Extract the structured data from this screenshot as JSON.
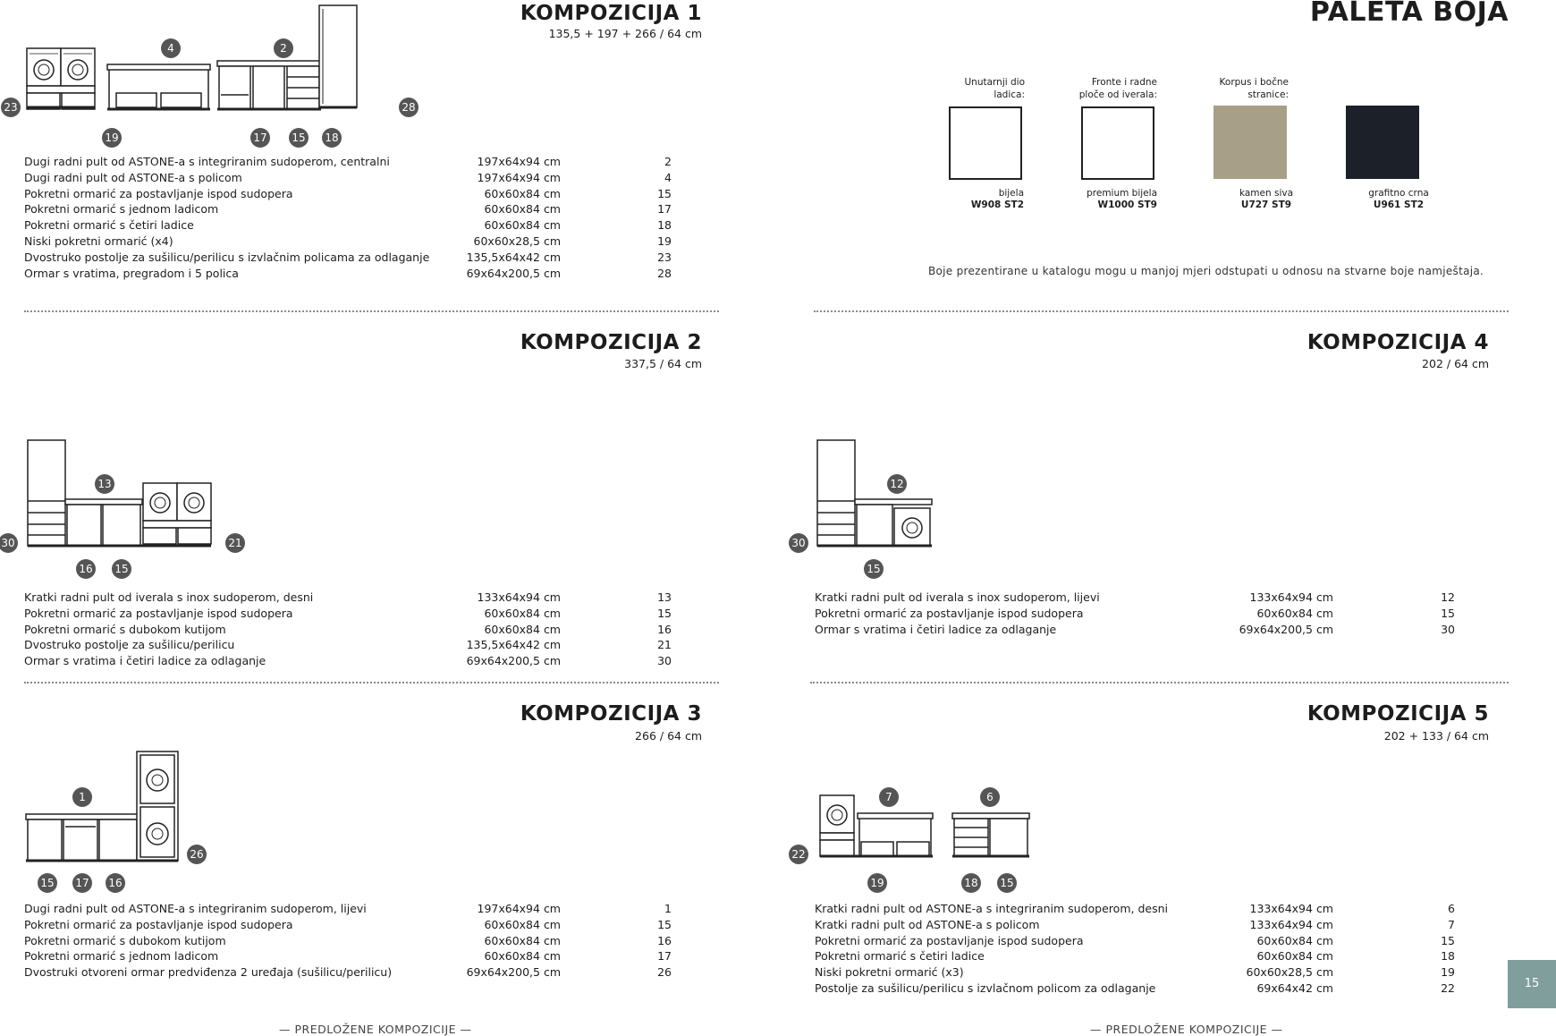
{
  "k1": {
    "title": "KOMPOZICIJA 1",
    "dims": "135,5 + 197 + 266 / 64 cm",
    "badges": [
      "4",
      "2",
      "23",
      "28",
      "19",
      "17",
      "15",
      "18"
    ],
    "rows": [
      {
        "desc": "Dugi radni pult od ASTONE-a s integriranim sudoperom, centralni",
        "size": "197x64x94 cm",
        "code": "2"
      },
      {
        "desc": "Dugi radni pult od ASTONE-a s policom",
        "size": "197x64x94 cm",
        "code": "4"
      },
      {
        "desc": "Pokretni ormarić za postavljanje ispod sudopera",
        "size": "60x60x84 cm",
        "code": "15"
      },
      {
        "desc": "Pokretni ormarić s jednom ladicom",
        "size": "60x60x84 cm",
        "code": "17"
      },
      {
        "desc": "Pokretni ormarić s četiri ladice",
        "size": "60x60x84 cm",
        "code": "18"
      },
      {
        "desc": "Niski pokretni ormarić  (x4)",
        "size": "60x60x28,5 cm",
        "code": "19"
      },
      {
        "desc": "Dvostruko postolje za sušilicu/perilicu s izvlačnim policama za odlaganje",
        "size": "135,5x64x42 cm",
        "code": "23"
      },
      {
        "desc": "Ormar s vratima, pregradom i 5 polica",
        "size": "69x64x200,5 cm",
        "code": "28"
      }
    ]
  },
  "palette": {
    "title": "PALETA BOJA",
    "labels": [
      {
        "l1": "Unutarnji dio",
        "l2": "ladica:"
      },
      {
        "l1": "Fronte i radne",
        "l2": "ploče od iverala:"
      },
      {
        "l1": "Korpus i bočne",
        "l2": "stranice:"
      }
    ],
    "swatches": [
      {
        "name": "bijela",
        "code": "W908 ST2",
        "color": "#ffffff"
      },
      {
        "name": "premium bijela",
        "code": "W1000 ST9",
        "color": "#ffffff"
      },
      {
        "name": "kamen siva",
        "code": "U727 ST9",
        "color": "#a89f88"
      },
      {
        "name": "grafitno crna",
        "code": "U961 ST2",
        "color": "#1c2028"
      }
    ],
    "note": "Boje prezentirane u katalogu mogu u manjoj mjeri odstupati u odnosu na stvarne boje namještaja."
  },
  "k2": {
    "title": "KOMPOZICIJA 2",
    "dims": "337,5 / 64 cm",
    "badges": [
      "13",
      "30",
      "21",
      "16",
      "15"
    ],
    "rows": [
      {
        "desc": "Kratki radni pult od iverala s inox sudoperom, desni",
        "size": "133x64x94 cm",
        "code": "13"
      },
      {
        "desc": "Pokretni ormarić za postavljanje ispod sudopera",
        "size": "60x60x84 cm",
        "code": "15"
      },
      {
        "desc": "Pokretni  ormarić s dubokom kutijom",
        "size": "60x60x84 cm",
        "code": "16"
      },
      {
        "desc": "Dvostruko postolje za sušilicu/perilicu",
        "size": "135,5x64x42 cm",
        "code": "21"
      },
      {
        "desc": "Ormar s vratima i četiri ladice za odlaganje",
        "size": "69x64x200,5 cm",
        "code": "30"
      }
    ]
  },
  "k4": {
    "title": "KOMPOZICIJA 4",
    "dims": "202 / 64 cm",
    "badges": [
      "12",
      "30",
      "15"
    ],
    "rows": [
      {
        "desc": "Kratki radni pult od iverala s inox sudoperom, lijevi",
        "size": "133x64x94 cm",
        "code": "12"
      },
      {
        "desc": "Pokretni ormarić za postavljanje ispod sudopera",
        "size": "60x60x84 cm",
        "code": "15"
      },
      {
        "desc": "Ormar s vratima i četiri ladice za odlaganje",
        "size": "69x64x200,5 cm",
        "code": "30"
      }
    ]
  },
  "k3": {
    "title": "KOMPOZICIJA 3",
    "dims": "266 / 64 cm",
    "badges": [
      "1",
      "26",
      "15",
      "17",
      "16"
    ],
    "rows": [
      {
        "desc": "Dugi radni pult od ASTONE-a s integriranim sudoperom, lijevi",
        "size": "197x64x94 cm",
        "code": "1"
      },
      {
        "desc": "Pokretni ormarić za postavljanje ispod sudopera",
        "size": "60x60x84 cm",
        "code": "15"
      },
      {
        "desc": "Pokretni  ormarić s dubokom kutijom",
        "size": "60x60x84 cm",
        "code": "16"
      },
      {
        "desc": "Pokretni ormarić s jednom ladicom",
        "size": "60x60x84 cm",
        "code": "17"
      },
      {
        "desc": "Dvostruki otvoreni ormar predviđenza 2 uređaja (sušilicu/perilicu)",
        "size": "69x64x200,5 cm",
        "code": "26"
      }
    ]
  },
  "k5": {
    "title": "KOMPOZICIJA 5",
    "dims": "202 + 133 / 64 cm",
    "badges": [
      "7",
      "6",
      "22",
      "19",
      "18",
      "15"
    ],
    "rows": [
      {
        "desc": "Kratki radni pult od ASTONE-a s integriranim sudoperom, desni",
        "size": "133x64x94 cm",
        "code": "6"
      },
      {
        "desc": "Kratki radni pult od ASTONE-a s policom",
        "size": "133x64x94 cm",
        "code": "7"
      },
      {
        "desc": "Pokretni ormarić za postavljanje ispod sudopera",
        "size": "60x60x84 cm",
        "code": "15"
      },
      {
        "desc": "Pokretni ormarić s četiri ladice",
        "size": "60x60x84 cm",
        "code": "18"
      },
      {
        "desc": "Niski pokretni ormarić  (x3)",
        "size": "60x60x28,5 cm",
        "code": "19"
      },
      {
        "desc": "Postolje za sušilicu/perilicu s izvlačnom policom za odlaganje",
        "size": "69x64x42 cm",
        "code": "22"
      }
    ]
  },
  "footer": {
    "left": "PREDLOŽENE KOMPOZICIJE",
    "right": "PREDLOŽENE KOMPOZICIJE",
    "page": "15"
  }
}
